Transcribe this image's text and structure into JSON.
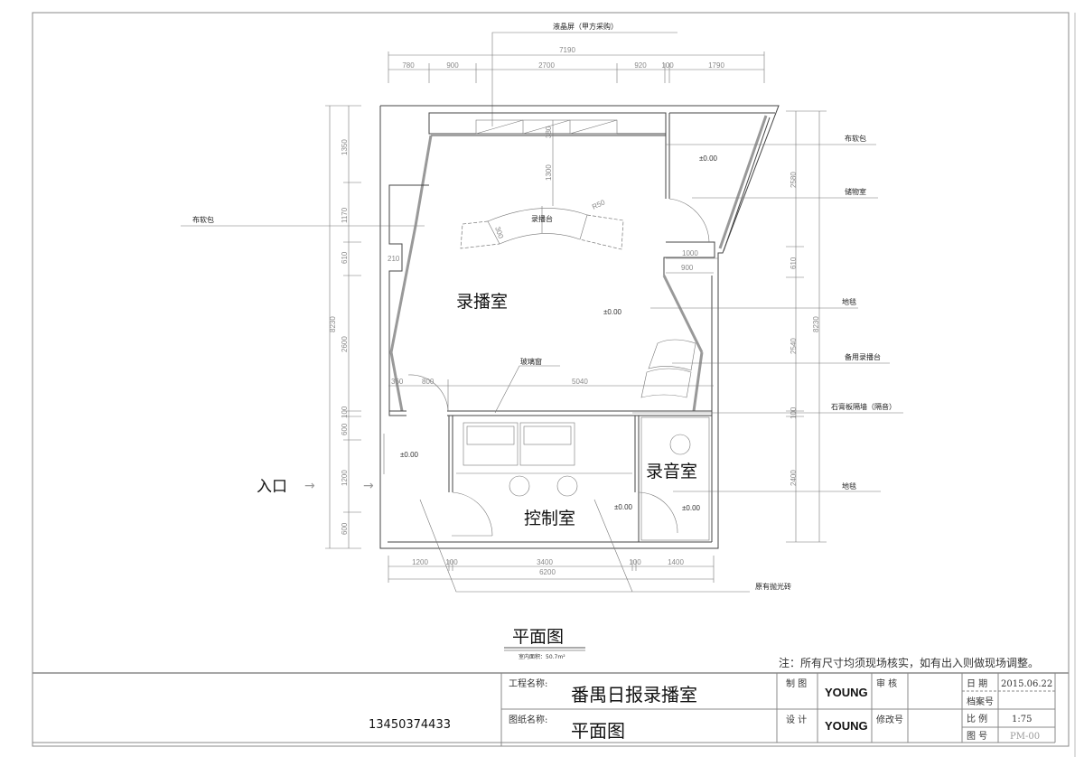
{
  "plan": {
    "lcd_label": "液晶屏（甲方采购）",
    "top_dims": {
      "total": "7190",
      "segments": [
        "780",
        "900",
        "2700",
        "920",
        "100",
        "1790"
      ]
    },
    "left_dims": {
      "total": "8230",
      "segments": [
        "1350",
        "1170",
        "610",
        "2600",
        "100",
        "600",
        "1200",
        "600"
      ]
    },
    "right_dims": {
      "total": "8230",
      "segments": [
        "2580",
        "610",
        "2540",
        "100",
        "2400"
      ]
    },
    "bottom_dims": {
      "total": "6200",
      "segments": [
        "1200",
        "100",
        "3400",
        "100",
        "1400"
      ]
    },
    "inner_dims": {
      "d380": "380",
      "d1300": "1300",
      "d300": "300",
      "r50": "R50",
      "d210": "210",
      "d1000": "1000",
      "d900": "900",
      "d360": "360",
      "d800": "800",
      "d5040": "5040"
    },
    "right_labels": [
      "布软包",
      "储物室",
      "地毯",
      "备用录播台",
      "石膏板隔墙（隔音）",
      "地毯"
    ],
    "left_label": "布软包",
    "entrance": "入口",
    "entrance_arrow": "→",
    "rooms": {
      "broadcast": "录播室",
      "control": "控制室",
      "recording": "录音室",
      "desk": "录播台"
    },
    "glass_window": "玻璃窗",
    "floor_label": "原有抛光砖",
    "level": "±0.00"
  },
  "caption": {
    "title": "平面图",
    "area": "室内面积：50.7m²"
  },
  "note": "注：所有尺寸均须现场核实，如有出入则做现场调整。",
  "title_block": {
    "phone": "13450374433",
    "project_label": "工程名称:",
    "project_name": "番禺日报录播室",
    "drawing_label": "图纸名称:",
    "drawing_name": "平面图",
    "drawn_label": "制 图",
    "drawn_by": "YOUNG",
    "design_label": "设 计",
    "designer": "YOUNG",
    "review_label": "审 核",
    "revision_label": "修改号",
    "date_label": "日 期",
    "date": "2015.06.22",
    "archive_label": "档案号",
    "scale_label": "比 例",
    "scale": "1:75",
    "drawing_no_label": "图 号",
    "drawing_no": "PM-00"
  }
}
